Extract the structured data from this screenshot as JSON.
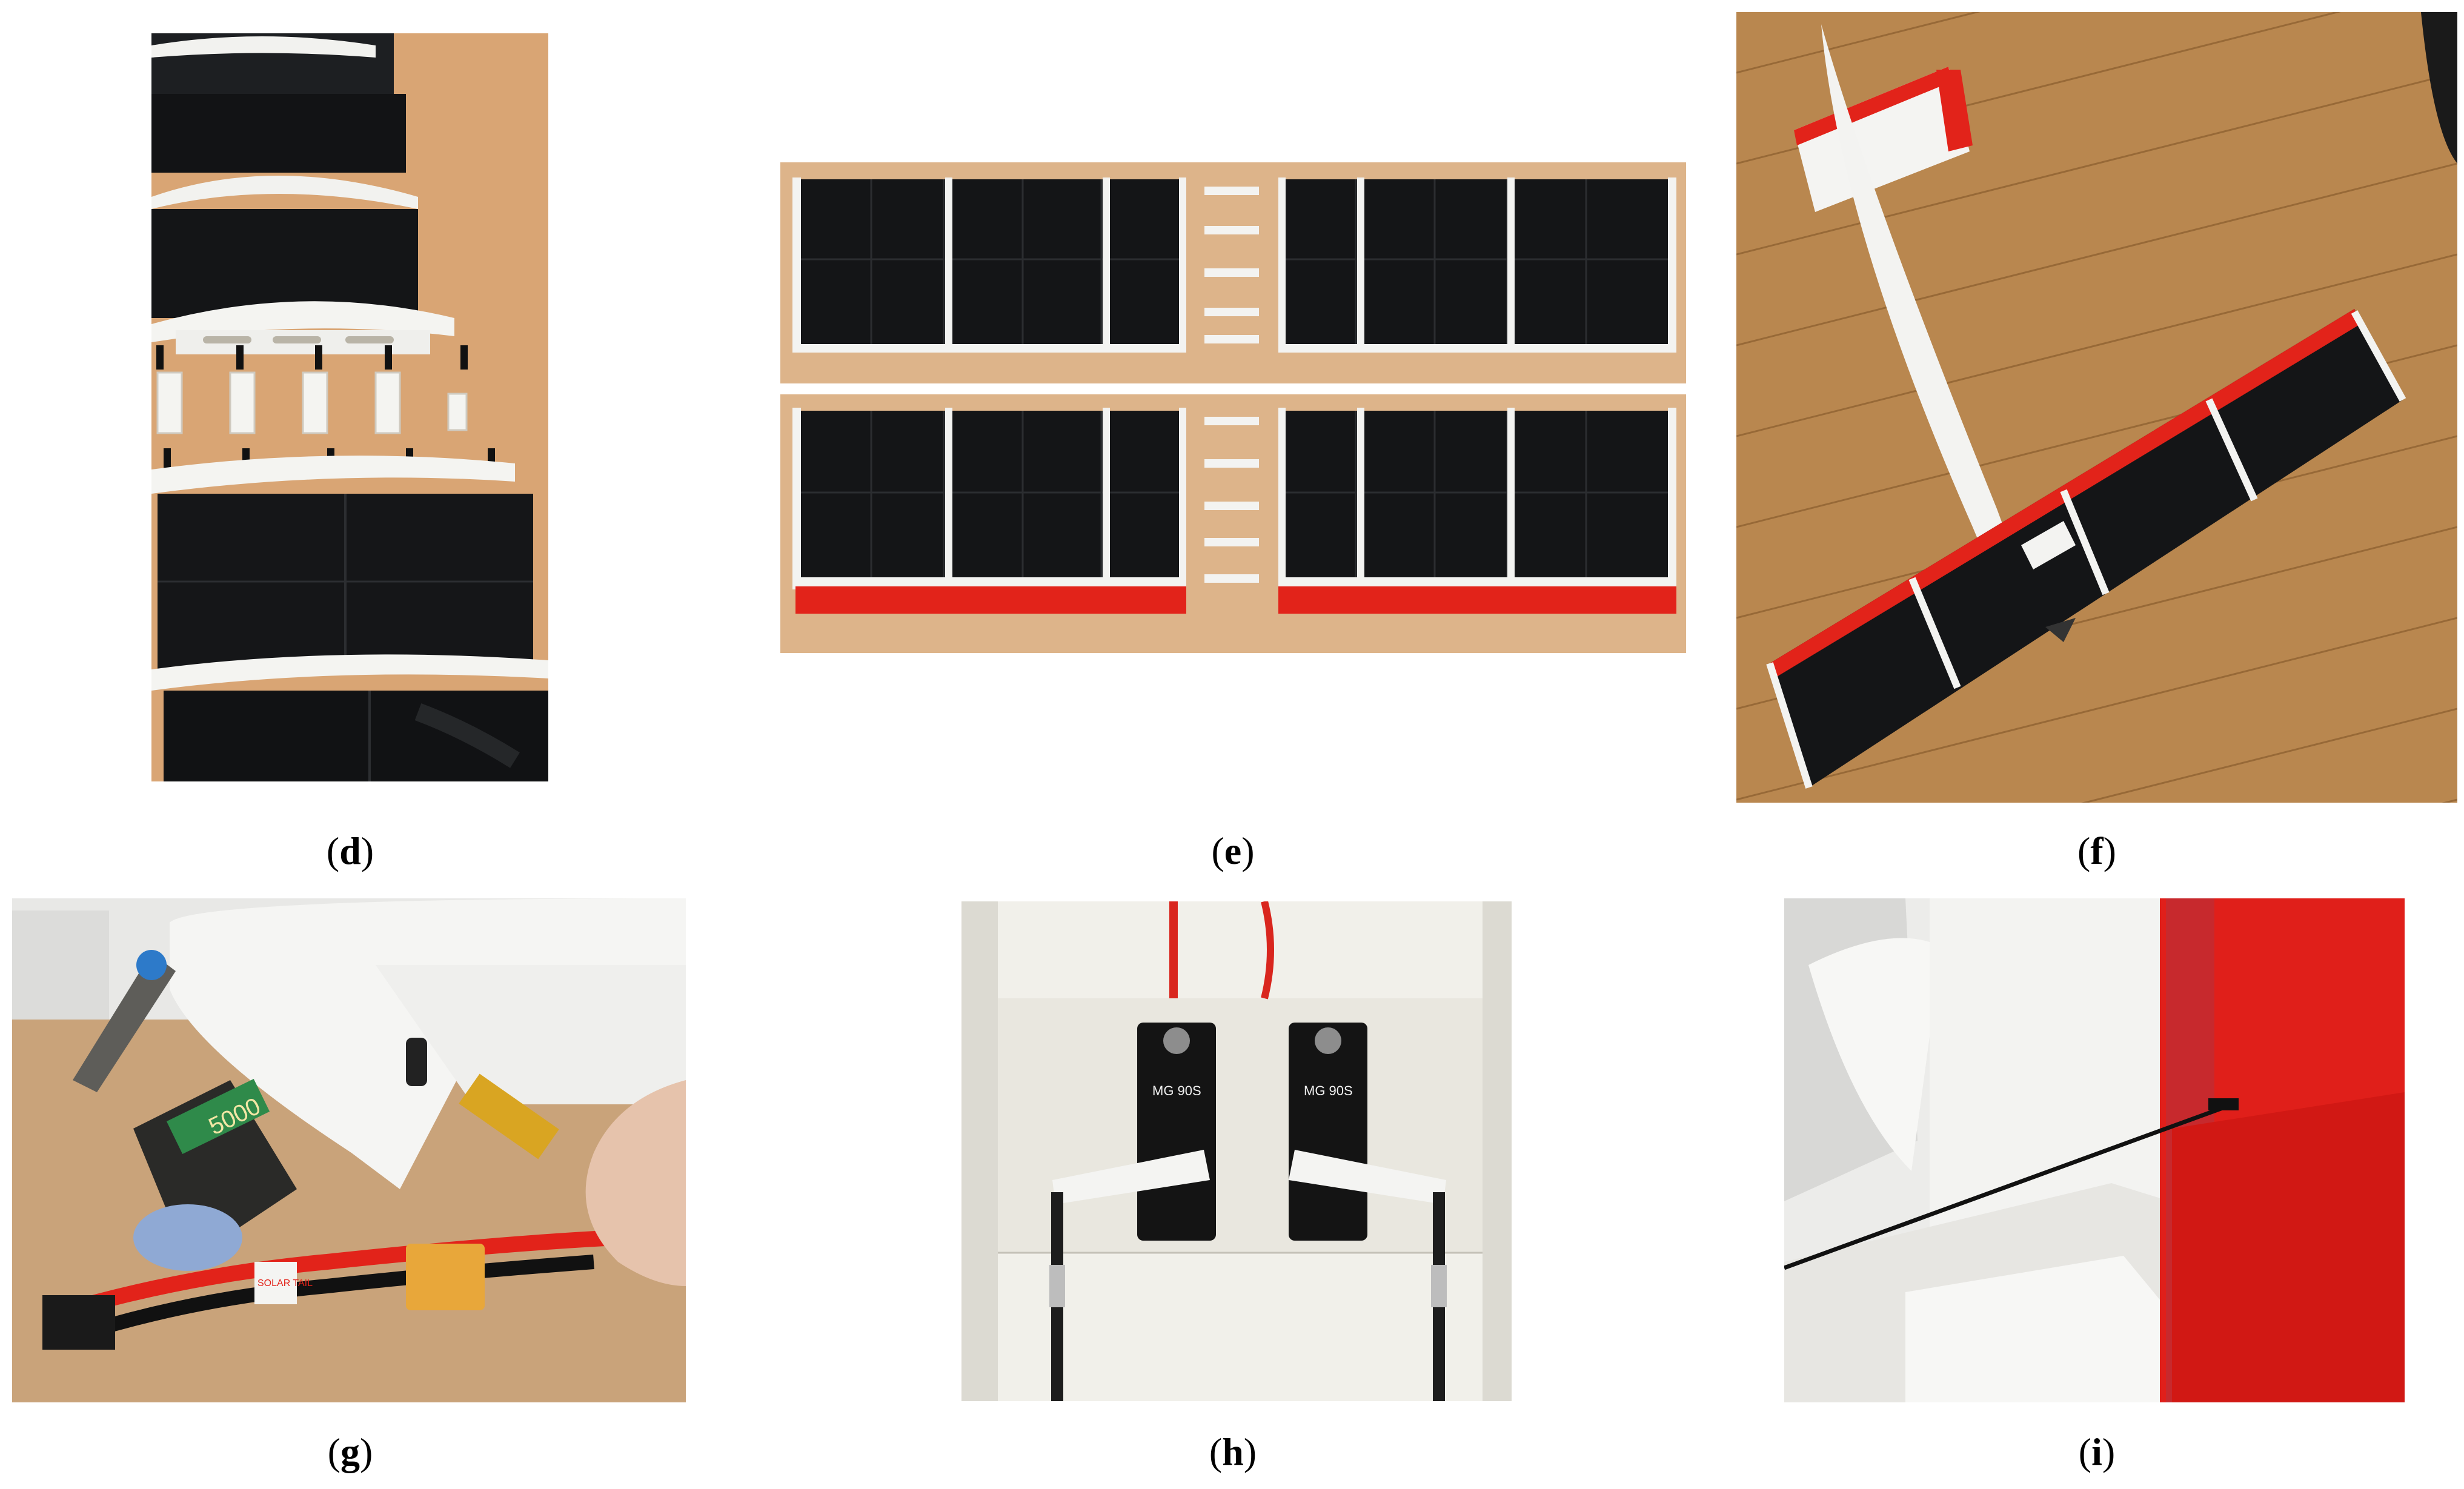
{
  "panels": [
    {
      "id": "d",
      "caption_letter": "d"
    },
    {
      "id": "e",
      "caption_letter": "e"
    },
    {
      "id": "f",
      "caption_letter": "f"
    },
    {
      "id": "g",
      "caption_letter": "g",
      "battery_text": "5000",
      "tape_text": "SOLAR TAIL"
    },
    {
      "id": "h",
      "caption_letter": "h",
      "servo_left_text": "MG 90S",
      "servo_right_text": "MG 90S"
    },
    {
      "id": "i",
      "caption_letter": "i"
    }
  ],
  "colors": {
    "table_wood": "#d9a574",
    "solar_cell": "#141416",
    "wing_white": "#f3f3f1",
    "red_accent": "#e2231a",
    "floor_wood": "#b9874f",
    "wall_cream": "#ecebe4"
  }
}
